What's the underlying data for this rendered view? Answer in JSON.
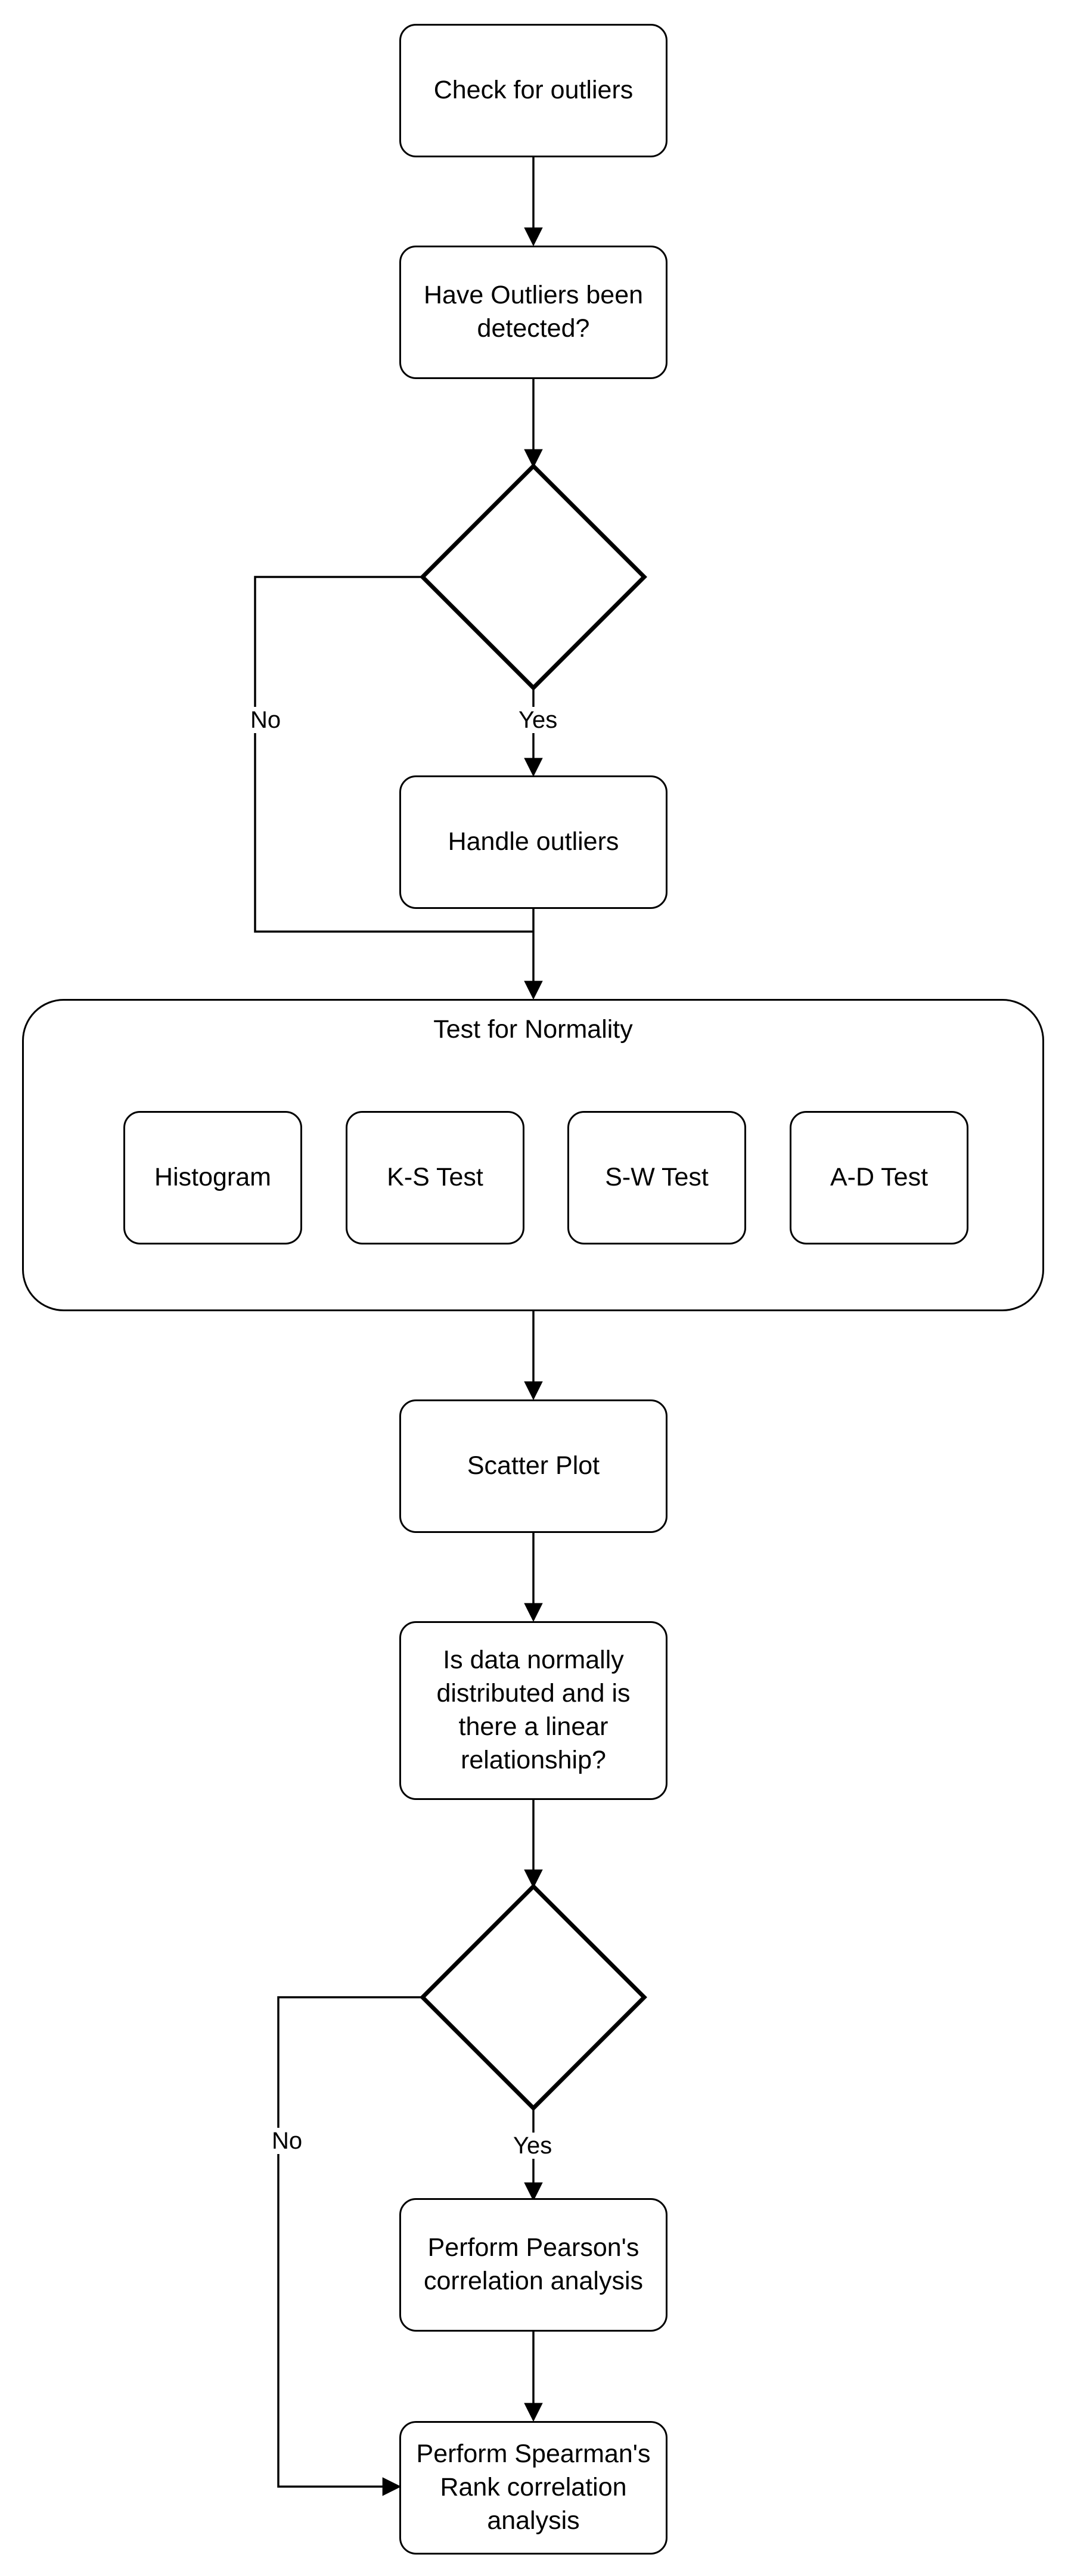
{
  "flowchart": {
    "check_outliers": "Check for outliers",
    "have_outliers": "Have Outliers been detected?",
    "decision1_yes": "Yes",
    "decision1_no": "No",
    "handle_outliers": "Handle outliers",
    "normality": {
      "title": "Test for Normality",
      "tests": [
        "Histogram",
        "K-S Test",
        "S-W Test",
        "A-D Test"
      ]
    },
    "scatter_plot": "Scatter Plot",
    "is_normal": "Is data normally distributed and is there a linear relationship?",
    "decision2_yes": "Yes",
    "decision2_no": "No",
    "pearson": "Perform Pearson's correlation analysis",
    "spearman": "Perform Spearman's Rank correlation analysis"
  }
}
